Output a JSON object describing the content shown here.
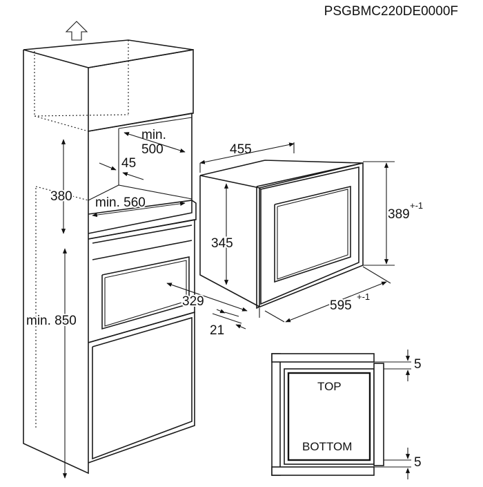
{
  "model_code": "PSGBMC220DE0000F",
  "dimensions": {
    "min_500_a": "min.",
    "min_500_b": "500",
    "d45": "45",
    "d380": "380",
    "min_560": "min. 560",
    "min_850": "min. 850",
    "d455": "455",
    "d389": "389",
    "d389_tol": "+-1",
    "d345": "345",
    "d329": "329",
    "d21": "21",
    "d595": "595",
    "d595_tol": "+-1",
    "gap_top": "5",
    "gap_bottom": "5"
  },
  "labels": {
    "top": "TOP",
    "bottom": "BOTTOM"
  },
  "icons": {
    "ventilation": "up-arrow-icon"
  }
}
